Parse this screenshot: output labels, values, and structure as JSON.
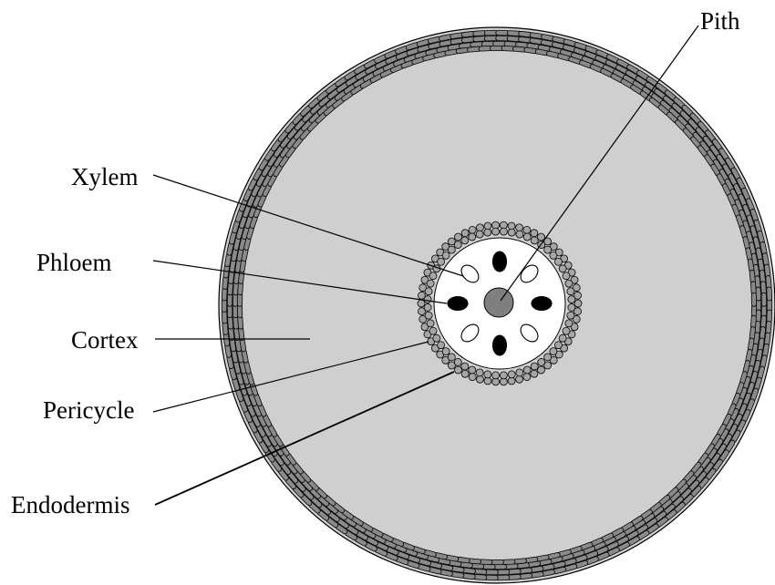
{
  "labels": {
    "pith": "Pith",
    "xylem": "Xylem",
    "phloem": "Phloem",
    "cortex": "Cortex",
    "pericycle": "Pericycle",
    "endodermis": "Endodermis"
  },
  "colors": {
    "cortex": "#cfcfcf",
    "epidermis_cell": "#8a8a8a",
    "endodermis_cell": "#a6a6a6",
    "stele": "#ffffff",
    "phloem": "#000000",
    "pith": "#7f7f7f",
    "line": "#000000"
  }
}
